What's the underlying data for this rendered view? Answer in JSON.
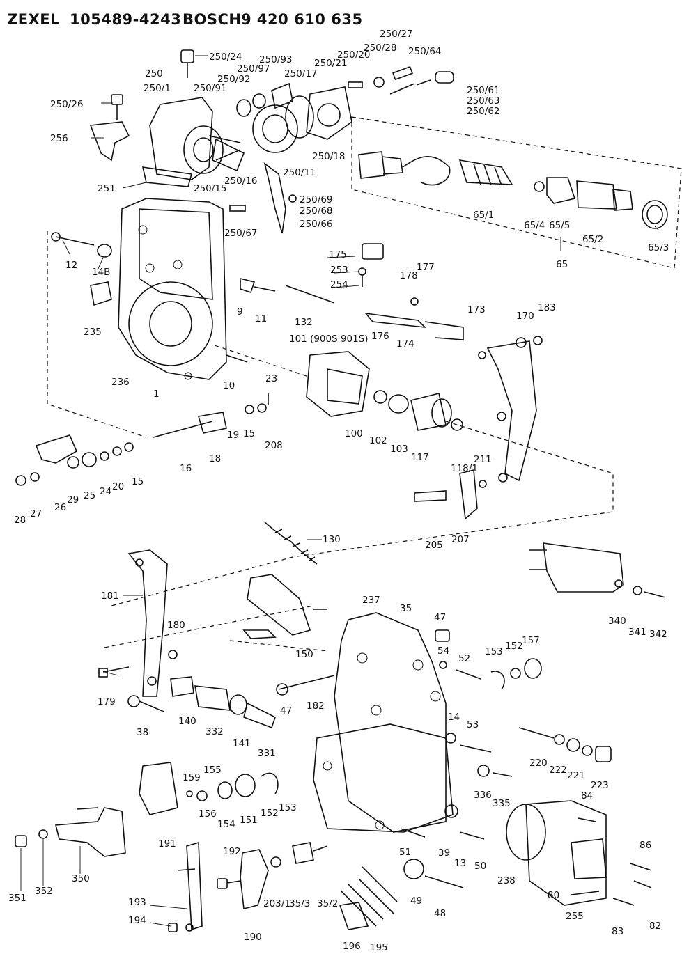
{
  "header": {
    "brand1": "ZEXEL",
    "partno1": "105489-4243",
    "brand2": "BOSCH",
    "partno2": "9 420 610 635"
  },
  "callouts": [
    "250/24",
    "250",
    "250/1",
    "250/91",
    "250/92",
    "250/97",
    "250/93",
    "250/17",
    "250/21",
    "250/20",
    "250/28",
    "250/27",
    "250/64",
    "250/61",
    "250/63",
    "250/62",
    "250/26",
    "256",
    "251",
    "250/15",
    "250/16",
    "250/11",
    "250/18",
    "65/1",
    "65/4",
    "65/5",
    "65/2",
    "65/3",
    "65",
    "250/69",
    "250/68",
    "250/66",
    "250/67",
    "12",
    "14B",
    "235",
    "236",
    "1",
    "9",
    "11",
    "132",
    "10",
    "175",
    "253",
    "254",
    "178",
    "177",
    "176",
    "174",
    "173",
    "170",
    "183",
    "101 (900S 901S)",
    "23",
    "100",
    "102",
    "103",
    "117",
    "118/1",
    "211",
    "205",
    "207",
    "16",
    "18",
    "19",
    "15",
    "208",
    "28",
    "27",
    "26",
    "29",
    "25",
    "24",
    "20",
    "15",
    "130",
    "181",
    "180",
    "179",
    "38",
    "140",
    "332",
    "141",
    "331",
    "150",
    "182",
    "47",
    "237",
    "35",
    "47",
    "54",
    "52",
    "153",
    "152",
    "157",
    "340",
    "341",
    "342",
    "14",
    "53",
    "220",
    "222",
    "221",
    "223",
    "336",
    "335",
    "84",
    "159",
    "155",
    "156",
    "154",
    "151",
    "152",
    "153",
    "191",
    "192",
    "193",
    "194",
    "190",
    "203/1",
    "35/3",
    "35/2",
    "51",
    "39",
    "13",
    "50",
    "49",
    "48",
    "196",
    "195",
    "238",
    "80",
    "255",
    "86",
    "82",
    "83",
    "350",
    "351",
    "352"
  ]
}
